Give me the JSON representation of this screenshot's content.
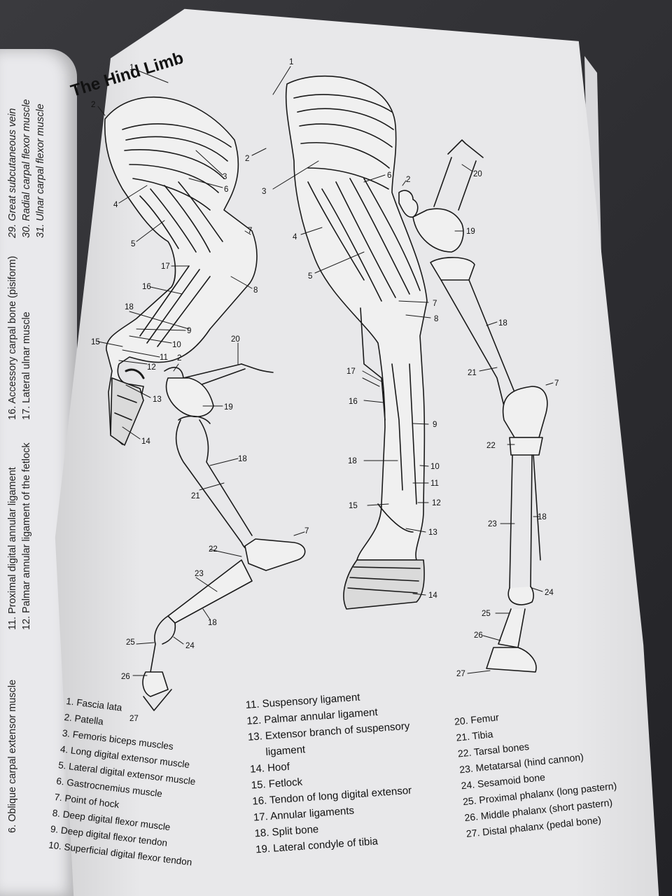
{
  "left_page": {
    "lines": [
      "6. Oblique carpal extensor muscle",
      "11. Proximal digital annular ligament",
      "12. Palmar annular ligament of the fetlock",
      "16. Accessory carpal bone (pisiform)",
      "17. Lateral ulnar muscle",
      "29. Great subcutaneous vein",
      "30. Radial carpal flexor muscle",
      "31. Ulnar carpal flexor muscle"
    ]
  },
  "page": {
    "title": "The Hind Limb"
  },
  "figure_labels": {
    "fig_a": [
      "1",
      "2",
      "3",
      "6",
      "4",
      "5",
      "7",
      "17",
      "16",
      "8",
      "18",
      "9",
      "15",
      "10",
      "11",
      "12",
      "13",
      "14"
    ],
    "fig_b": [
      "20",
      "2",
      "19",
      "18",
      "21",
      "22",
      "7",
      "23",
      "18",
      "25",
      "24",
      "26",
      "27"
    ],
    "fig_c": [
      "1",
      "2",
      "3",
      "6",
      "4",
      "5",
      "7",
      "8",
      "17",
      "16",
      "9",
      "18",
      "10",
      "11",
      "15",
      "12",
      "13",
      "14"
    ],
    "fig_d": [
      "20",
      "2",
      "19",
      "18",
      "21",
      "7",
      "22",
      "23",
      "18",
      "24",
      "25",
      "26",
      "27"
    ]
  },
  "legend": {
    "col1": [
      "1. Fascia lata",
      "2. Patella",
      "3. Femoris biceps muscles",
      "4. Long digital extensor muscle",
      "5. Lateral digital extensor muscle",
      "6. Gastrocnemius muscle",
      "7. Point of hock",
      "8. Deep digital flexor muscle",
      "9. Deep digital flexor tendon",
      "10. Superficial digital flexor tendon"
    ],
    "col2": [
      "11. Suspensory ligament",
      "12. Palmar annular ligament",
      "13. Extensor branch of suspensory",
      "ligament",
      "14. Hoof",
      "15. Fetlock",
      "16. Tendon of long digital extensor",
      "17. Annular ligaments",
      "18. Split bone",
      "19. Lateral condyle of tibia"
    ],
    "col3": [
      "20. Femur",
      "21. Tibia",
      "22. Tarsal bones",
      "23. Metatarsal (hind cannon)",
      "24. Sesamoid bone",
      "25. Proximal phalanx (long pastern)",
      "26. Middle phalanx (short pastern)",
      "27. Distal phalanx (pedal bone)"
    ]
  }
}
